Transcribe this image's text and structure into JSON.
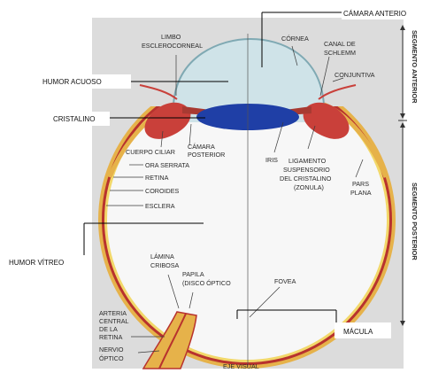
{
  "labels": {
    "camara_anterior": "CÁMARA ANTERIO",
    "limbo_1": "LIMBO",
    "limbo_2": "ESCLEROCORNEAL",
    "cornea": "CÓRNEA",
    "canal_1": "CANAL DE",
    "canal_2": "SCHLEMM",
    "conjuntiva": "CONJUNTIVA",
    "humor_acuoso": "HUMOR ACUOSO",
    "cristalino": "CRISTALINO",
    "cuerpo_ciliar": "CUERPO CILIAR",
    "camara_posterior_1": "CÁMARA",
    "camara_posterior_2": "POSTERIOR",
    "ora_serrata": "ORA SERRATA",
    "retina": "RETINA",
    "coroides": "COROIDES",
    "esclera": "ESCLERA",
    "iris": "IRIS",
    "ligamento_1": "LIGAMENTO",
    "ligamento_2": "SUSPENSORIO",
    "ligamento_3": "DEL CRISTALINO",
    "ligamento_4": "(ZONULA)",
    "pars_1": "PARS",
    "pars_2": "PLANA",
    "humor_vitreo": "HUMOR VÍTREO",
    "lamina_1": "LÁMINA",
    "lamina_2": "CRIBOSA",
    "papila_1": "PAPILA",
    "papila_2": "(DISCO ÓPTICO",
    "fovea": "FOVEA",
    "arteria_1": "ARTERIA",
    "arteria_2": "CENTRAL",
    "arteria_3": "DE LA",
    "arteria_4": "RETINA",
    "nervio_1": "NERVIO",
    "nervio_2": "ÓPTICO",
    "eje_visual": "EJE VISUAL",
    "macula": "MÁCULA",
    "segmento_anterior": "SEGMENTO ANTERIOR",
    "segmento_posterior": "SEGMENTO POSTERIOR"
  },
  "colors": {
    "background_panel": "#dcdcdc",
    "vitreous": "#f7f7f7",
    "aqueous": "#cfe3e8",
    "lens": "#1f3fa6",
    "sclera": "#e6b24a",
    "choroid": "#b8322e",
    "retina": "#f2d86a",
    "ciliary": "#c9403a"
  }
}
